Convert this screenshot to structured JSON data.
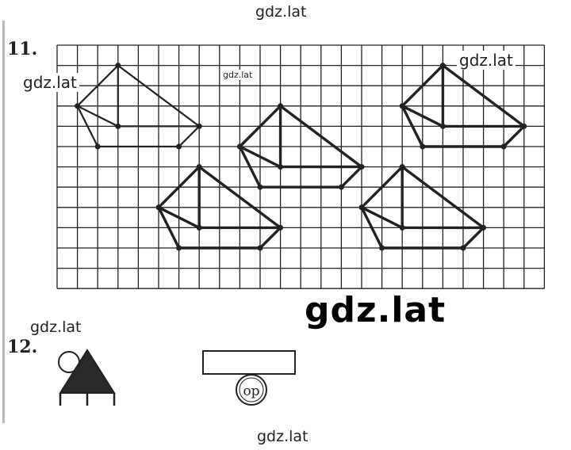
{
  "watermarks": {
    "top": "gdz.lat",
    "bottom": "gdz.lat",
    "left": "gdz.lat",
    "small": "gdz.lat",
    "right": "gdz.lat",
    "big": "gdz.lat",
    "middle": "gdz.lat"
  },
  "task11": {
    "number": "11."
  },
  "task12": {
    "number": "12.",
    "circle_label": "op"
  }
}
